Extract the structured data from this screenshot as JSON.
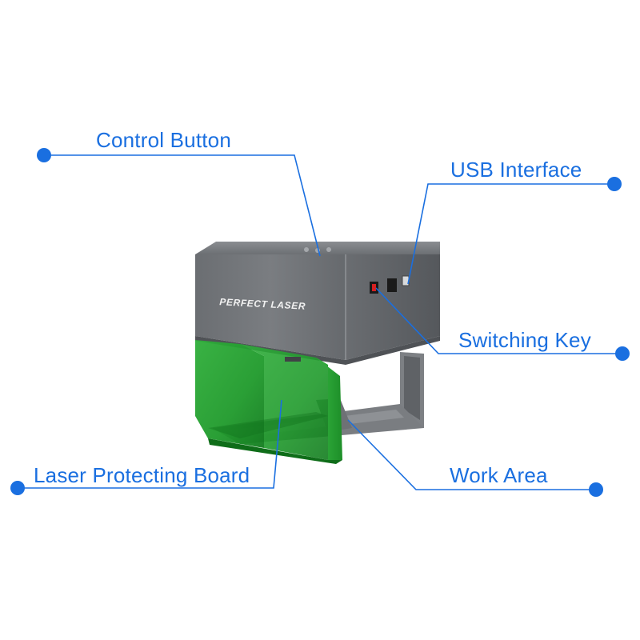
{
  "labels": {
    "control_button": "Control Button",
    "usb_interface": "USB Interface",
    "switching_key": "Switching Key",
    "laser_protecting_board": "Laser Protecting Board",
    "work_area": "Work Area"
  },
  "device": {
    "brand_text": "PERFECT LASER"
  },
  "colors": {
    "accent": "#1a6fe0",
    "label_text": "#1a6fe0",
    "shield_green": "#1a9e2a",
    "body_gray": "#6f7276"
  }
}
